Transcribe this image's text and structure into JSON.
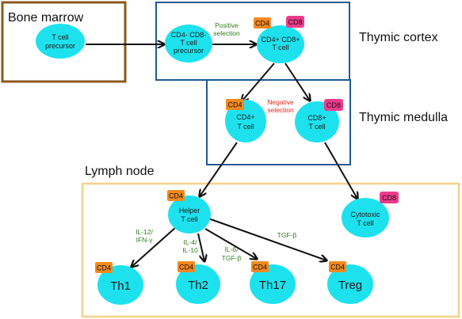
{
  "regions": {
    "bone_marrow": "Bone marrow",
    "thymic_cortex": "Thymic cortex",
    "thymic_medulla": "Thymic medulla",
    "lymph_node": "Lymph node"
  },
  "cells": {
    "precursor": [
      "T cell",
      "precursor"
    ],
    "dn": [
      "CD4- CD8-",
      "T cell",
      "precursor"
    ],
    "dp": [
      "CD4+ CD8+",
      "T cell"
    ],
    "cd4sp": [
      "CD4+",
      "T cell"
    ],
    "cd8sp": [
      "CD8+",
      "T cell"
    ],
    "helper": [
      "Helper",
      "T cell"
    ],
    "cytotoxic": [
      "Cytotoxic",
      "T cell"
    ],
    "th1": "Th1",
    "th2": "Th2",
    "th17": "Th17",
    "treg": "Treg"
  },
  "tags": {
    "cd4": "CD4",
    "cd8": "CD8"
  },
  "labels": {
    "positive": [
      "Positive",
      "selection"
    ],
    "negative": [
      "Negative",
      "selection"
    ],
    "th1_signal": [
      "IL-12/",
      "IFN-γ"
    ],
    "th2_signal": [
      "IL-4/",
      "IL-10"
    ],
    "th17_signal": [
      "IL-6/",
      "TGF-β"
    ],
    "treg_signal": "TGF-β"
  },
  "colors": {
    "cell": "#1de2ee",
    "cd4_tag": "#f5891e",
    "cd8_tag": "#ee3b8c",
    "bone_marrow_border": "#8b5a1c",
    "thymus_border": "#1f5a96",
    "lymph_border": "#f7d08a"
  }
}
